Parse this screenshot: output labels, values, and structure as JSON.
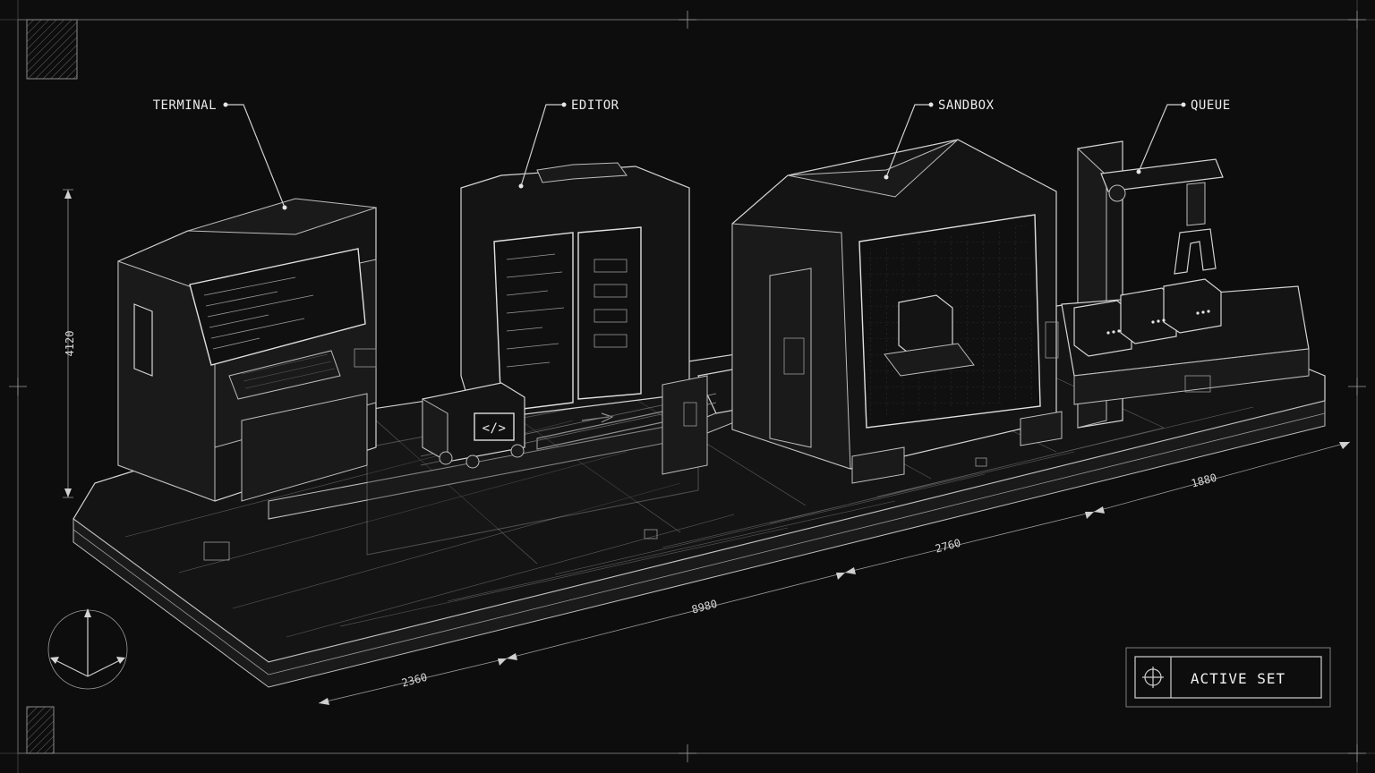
{
  "labels": {
    "terminal": "TERMINAL",
    "editor": "EDITOR",
    "sandbox": "SANDBOX",
    "queue": "QUEUE"
  },
  "dimensions": {
    "height": "4120",
    "width_right": "1880",
    "width_mid": "2760",
    "length_total": "8980",
    "length_front": "2360"
  },
  "cart_symbol": "</>",
  "badge": {
    "label": "ACTIVE SET"
  },
  "colors": {
    "background": "#0d0d0d",
    "line": "#d4d4d4",
    "text": "#ececec"
  }
}
